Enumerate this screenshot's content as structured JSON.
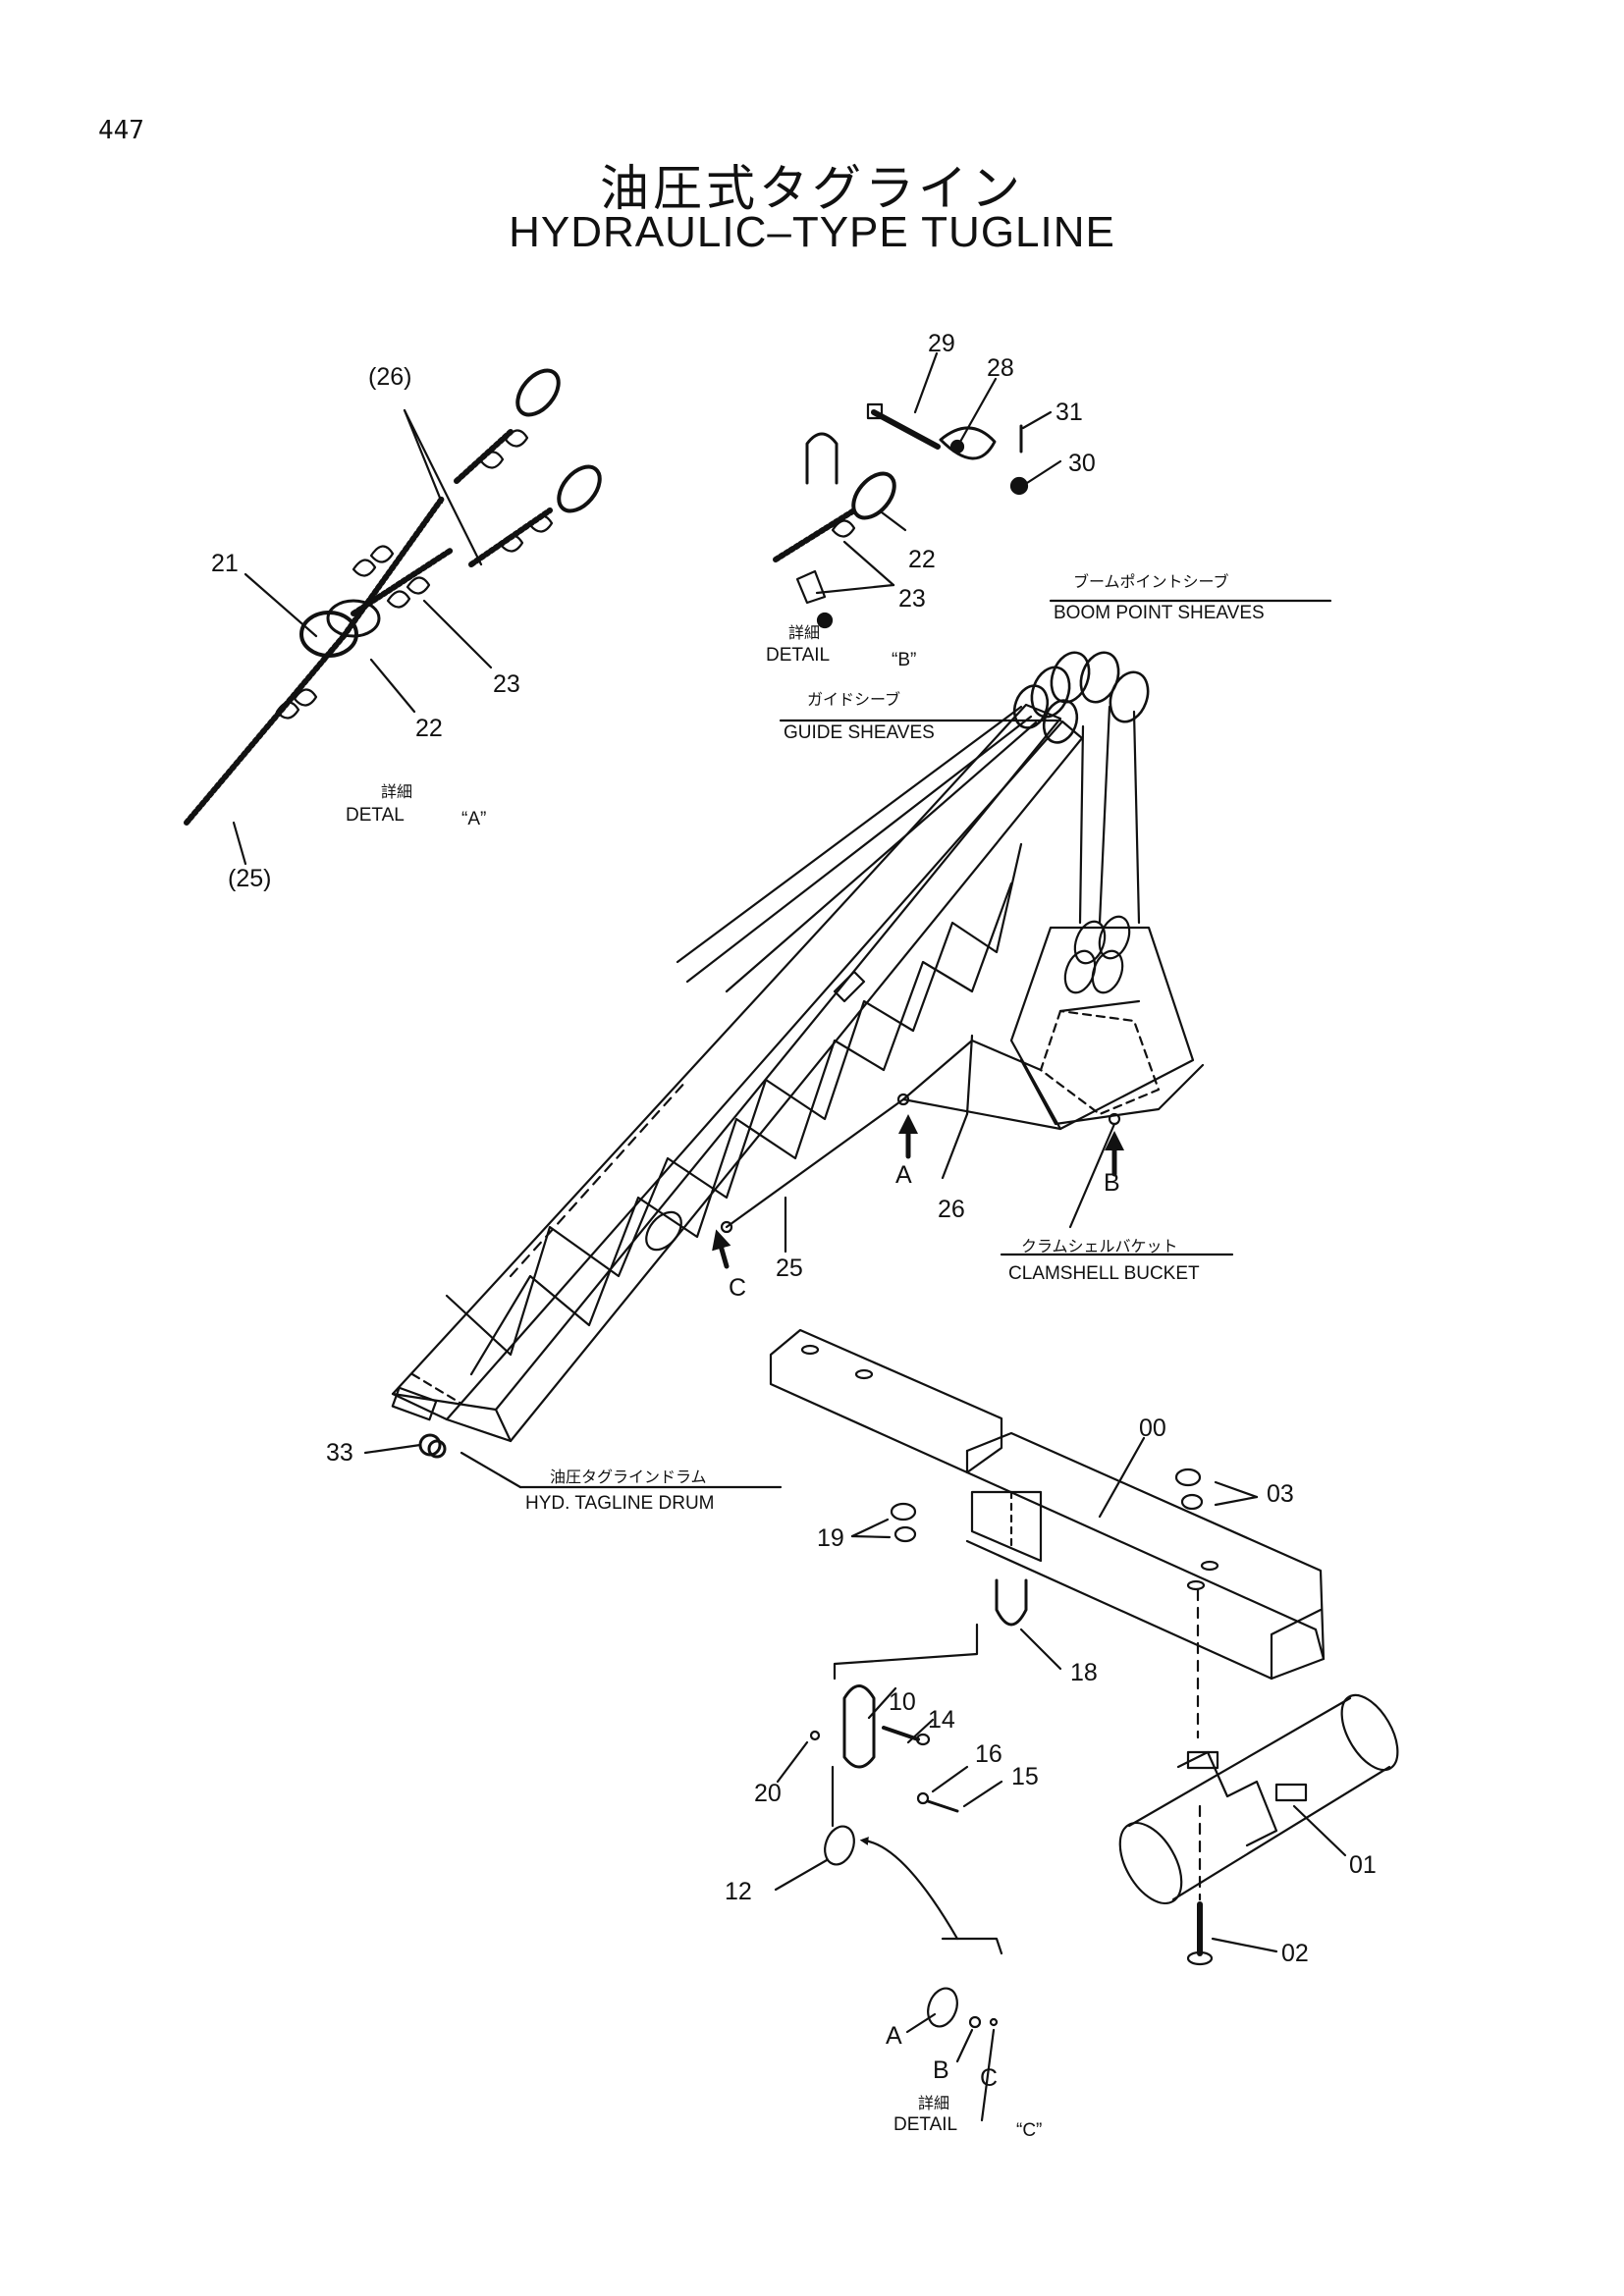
{
  "page_number": "447",
  "title_jp": "油圧式タグライン",
  "title_en": "HYDRAULIC–TYPE TUGLINE",
  "detail_a": {
    "jp": "詳細",
    "en": "DETAL",
    "mark": "“A”"
  },
  "detail_b": {
    "jp": "詳細",
    "en": "DETAIL",
    "mark": "“B”"
  },
  "detail_c": {
    "jp": "詳細",
    "en": "DETAIL",
    "mark": "“C”"
  },
  "captions": {
    "boom_point_jp": "ブームポイントシーブ",
    "boom_point_en": "BOOM POINT SHEAVES",
    "guide_jp": "ガイドシーブ",
    "guide_en": "GUIDE SHEAVES",
    "clamshell_jp": "クラムシェルバケット",
    "clamshell_en": "CLAMSHELL BUCKET",
    "drum_jp": "油圧タグラインドラム",
    "drum_en": "HYD. TAGLINE DRUM"
  },
  "labels": {
    "p26_paren": "(26)",
    "p21": "21",
    "p23a": "23",
    "p22a": "22",
    "p25_paren": "(25)",
    "p29": "29",
    "p28": "28",
    "p31": "31",
    "p30": "30",
    "p22b": "22",
    "p23b": "23",
    "arrow_a": "A",
    "arrow_b": "B",
    "arrow_c": "C",
    "p25": "25",
    "p26": "26",
    "p33": "33",
    "p00": "00",
    "p03": "03",
    "p19": "19",
    "p18": "18",
    "p10": "10",
    "p14": "14",
    "p16": "16",
    "p15": "15",
    "p20": "20",
    "p12": "12",
    "p01": "01",
    "p02": "02",
    "det_a": "A",
    "det_b": "B",
    "det_c": "C"
  }
}
